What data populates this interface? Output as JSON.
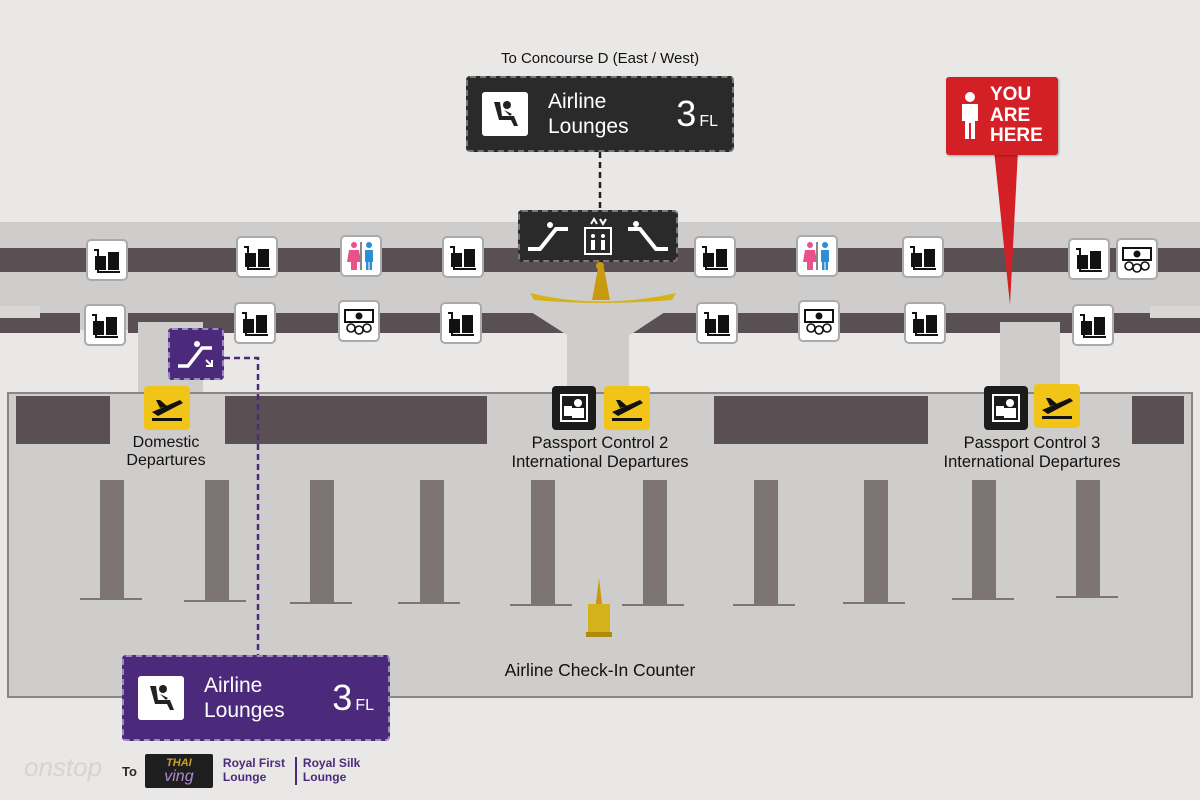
{
  "top_sign": {
    "caption": "To Concourse D (East / West)",
    "title": "Airline Lounges",
    "floor_num": "3",
    "floor_unit": "FL",
    "icon": "lounge-seat-icon"
  },
  "you_are_here": {
    "text": "YOU ARE HERE",
    "icon": "person-icon"
  },
  "labels": {
    "domestic": [
      "Domestic",
      "Departures"
    ],
    "pc2": [
      "Passport Control 2",
      "International Departures"
    ],
    "pc3": [
      "Passport Control 3",
      "International Departures"
    ],
    "checkin": "Airline Check-In Counter"
  },
  "bottom_sign": {
    "title": "Airline Lounges",
    "floor_num": "3",
    "floor_unit": "FL",
    "icon": "lounge-seat-icon"
  },
  "footer": {
    "to": "To",
    "brand": "THAI",
    "brand_sub": "ving",
    "royal_first": "Royal First Lounge",
    "royal_silk": "Royal Silk Lounge",
    "watermark": "onstop"
  },
  "colors": {
    "background": "#e9e8e6",
    "corridor": "#cfcdcc",
    "dark_band": "#5a4f52",
    "sign_dark": "#2a2a2a",
    "sign_purple": "#4b2a7b",
    "pin_red": "#d32026",
    "departure_yellow": "#f2c418"
  }
}
